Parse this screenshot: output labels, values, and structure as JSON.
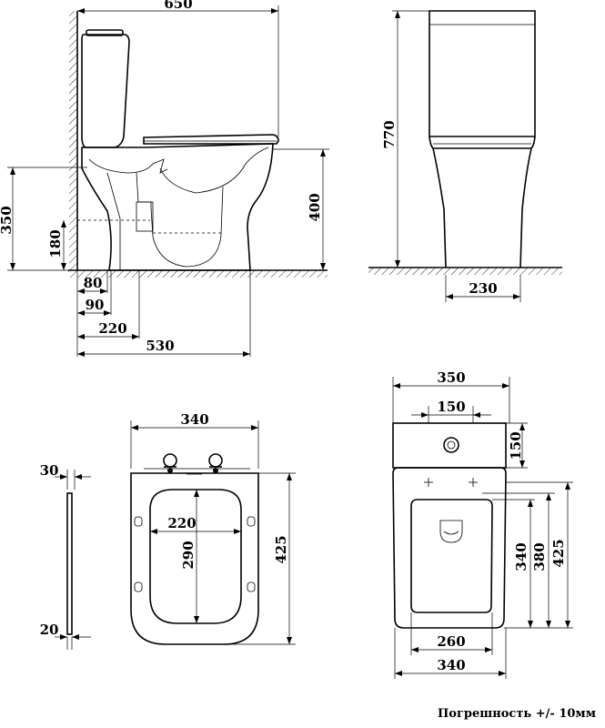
{
  "side_view": {
    "width_total": "650",
    "height_seat": "350",
    "height_outlet": "180",
    "height_rim": "400",
    "dim_80": "80",
    "dim_90": "90",
    "dim_220": "220",
    "depth_530": "530"
  },
  "front_view": {
    "height_770": "770",
    "base_width_230": "230"
  },
  "seat_view": {
    "thickness_30": "30",
    "thickness_20": "20",
    "seat_width_340": "340",
    "opening_width_220": "220",
    "opening_length_290": "290",
    "seat_length_425": "425"
  },
  "top_view": {
    "tank_width_350": "350",
    "button_150": "150",
    "tank_depth_150": "150",
    "dim_340_vertical": "340",
    "dim_380": "380",
    "dim_425": "425",
    "bowl_inner_260": "260",
    "bowl_width_340": "340"
  },
  "footer": {
    "tolerance_note": "Погрешность +/- 10мм"
  }
}
